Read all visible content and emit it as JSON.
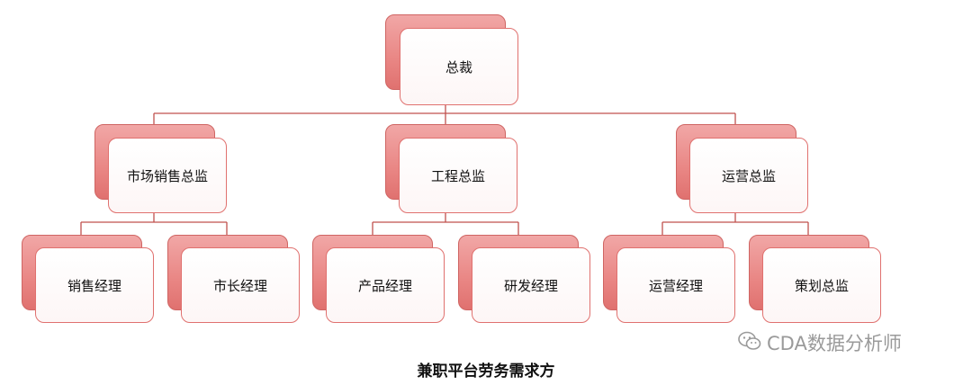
{
  "org_chart": {
    "root": "总裁",
    "directors": [
      {
        "title": "市场销售总监",
        "reports": [
          "销售经理",
          "市长经理"
        ]
      },
      {
        "title": "工程总监",
        "reports": [
          "产品经理",
          "研发经理"
        ]
      },
      {
        "title": "运营总监",
        "reports": [
          "运营经理",
          "策划总监"
        ]
      }
    ]
  },
  "caption": "兼职平台劳务需求方",
  "watermark": {
    "text": "CDA数据分析师",
    "icon": "wechat-icon"
  },
  "colors": {
    "box_fill": "#e98684",
    "box_border": "#e0716f",
    "line": "#c0504d"
  }
}
